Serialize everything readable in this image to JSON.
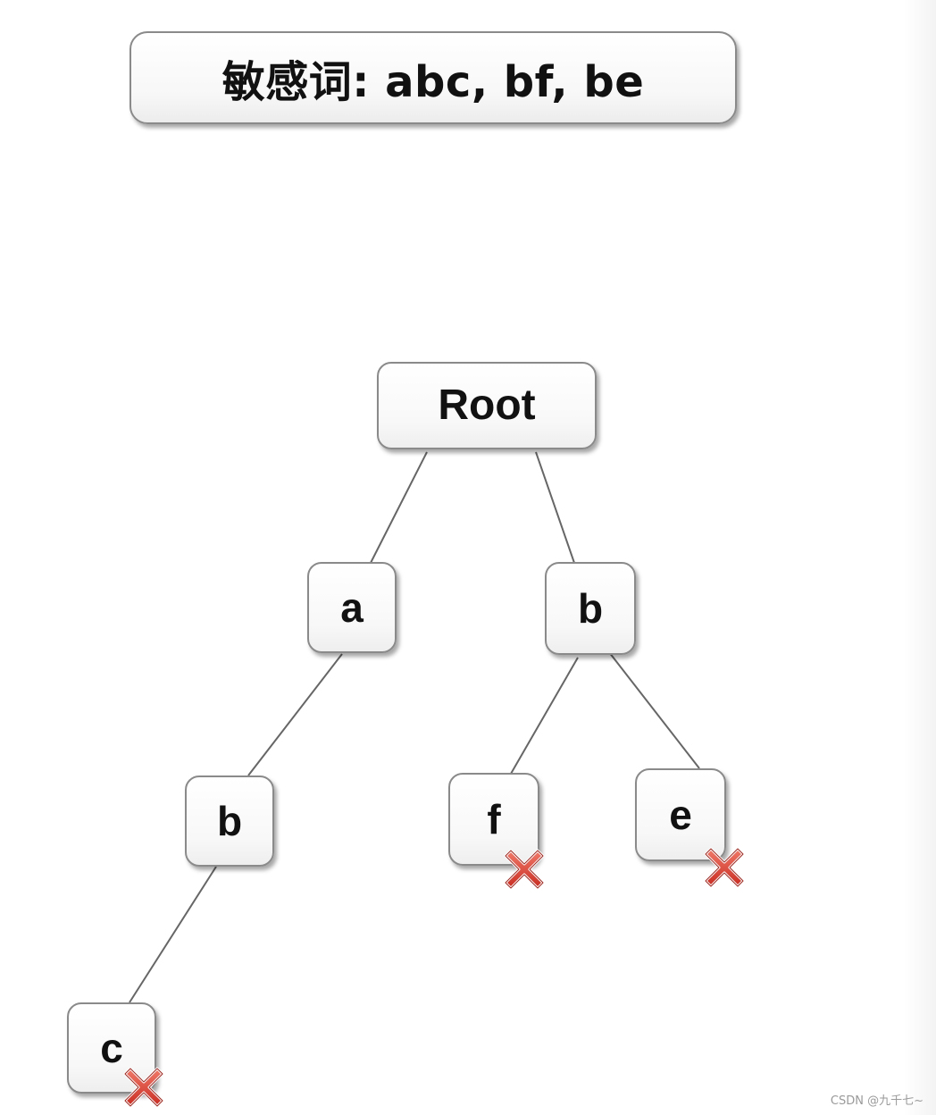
{
  "header": {
    "title": "敏感词: abc, bf, be"
  },
  "tree": {
    "root": "Root",
    "nodes": {
      "a": "a",
      "b_right": "b",
      "b_left": "b",
      "f": "f",
      "e": "e",
      "c": "c"
    },
    "end_marker_icon": "red-x-icon"
  },
  "colors": {
    "node_border": "#8a8a8a",
    "edge": "#666666",
    "end_marker": "#d9413a"
  },
  "watermark": "CSDN @九千七~"
}
